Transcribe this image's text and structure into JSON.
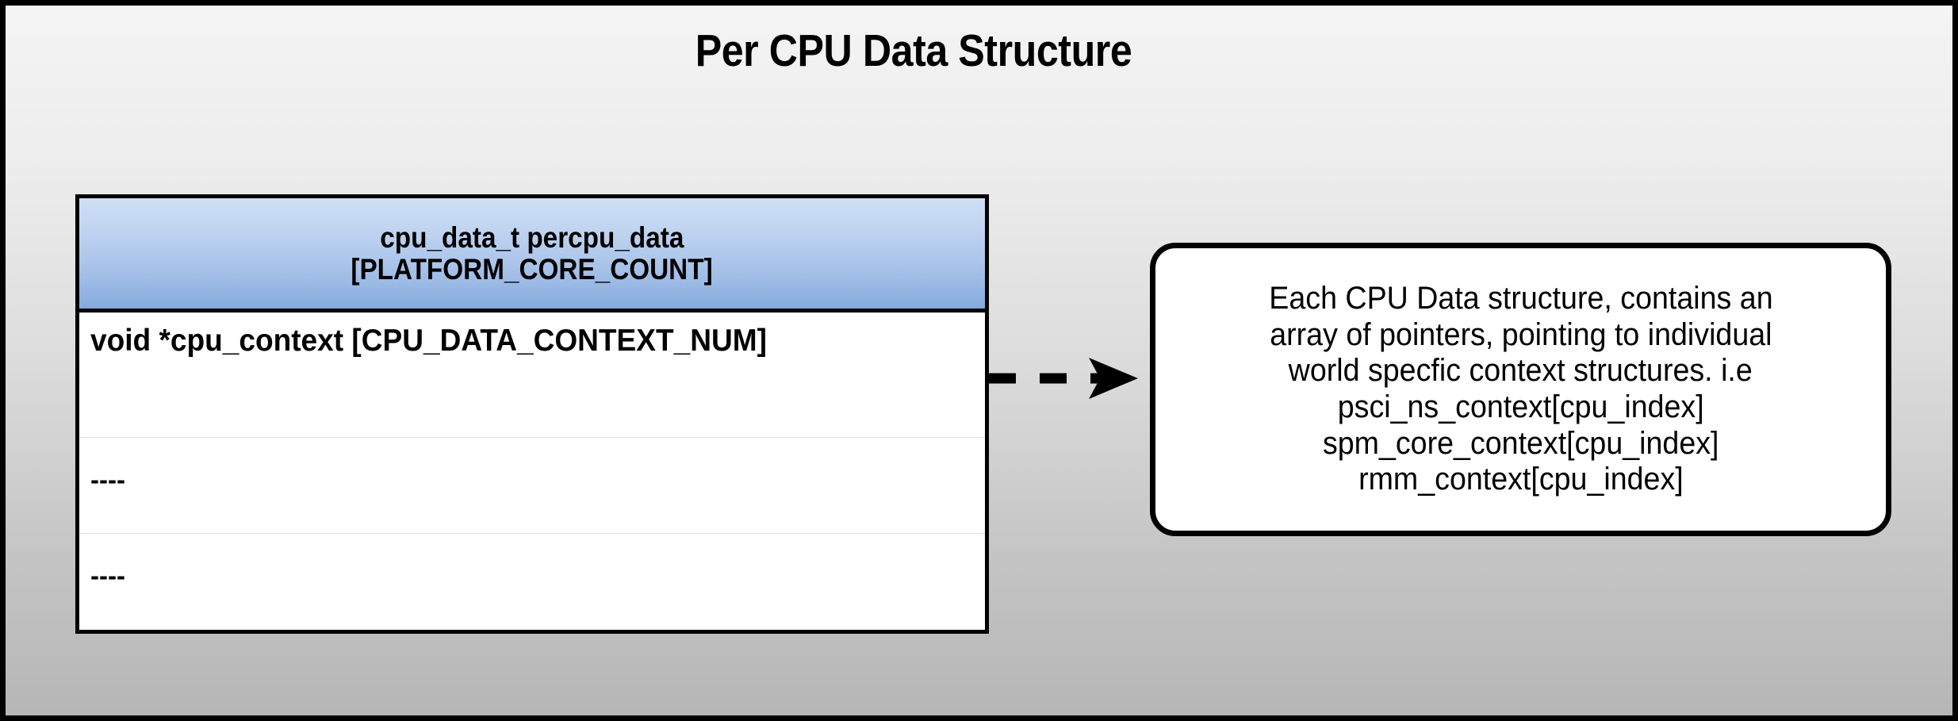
{
  "diagram": {
    "title": "Per CPU Data Structure",
    "background_top_color": "#f4f4f4",
    "background_bottom_color": "#b6b6b6"
  },
  "struct_table": {
    "header_accent_top": "#cfdff5",
    "header_accent_bottom": "#84a9dc",
    "header_lines": [
      "cpu_data_t percpu_data",
      "[PLATFORM_CORE_COUNT]"
    ],
    "rows": [
      {
        "text": "void *cpu_context [CPU_DATA_CONTEXT_NUM]"
      },
      {
        "text": "----"
      },
      {
        "text": "----"
      }
    ]
  },
  "connector": {
    "style": "dashed",
    "arrowhead": "solid-triangle",
    "direction": "right",
    "color": "#000000"
  },
  "callout": {
    "lines": [
      "Each CPU Data structure, contains an",
      "array of pointers, pointing to individual",
      "world specfic context structures. i.e",
      "psci_ns_context[cpu_index]",
      "spm_core_context[cpu_index]",
      "rmm_context[cpu_index]"
    ]
  }
}
